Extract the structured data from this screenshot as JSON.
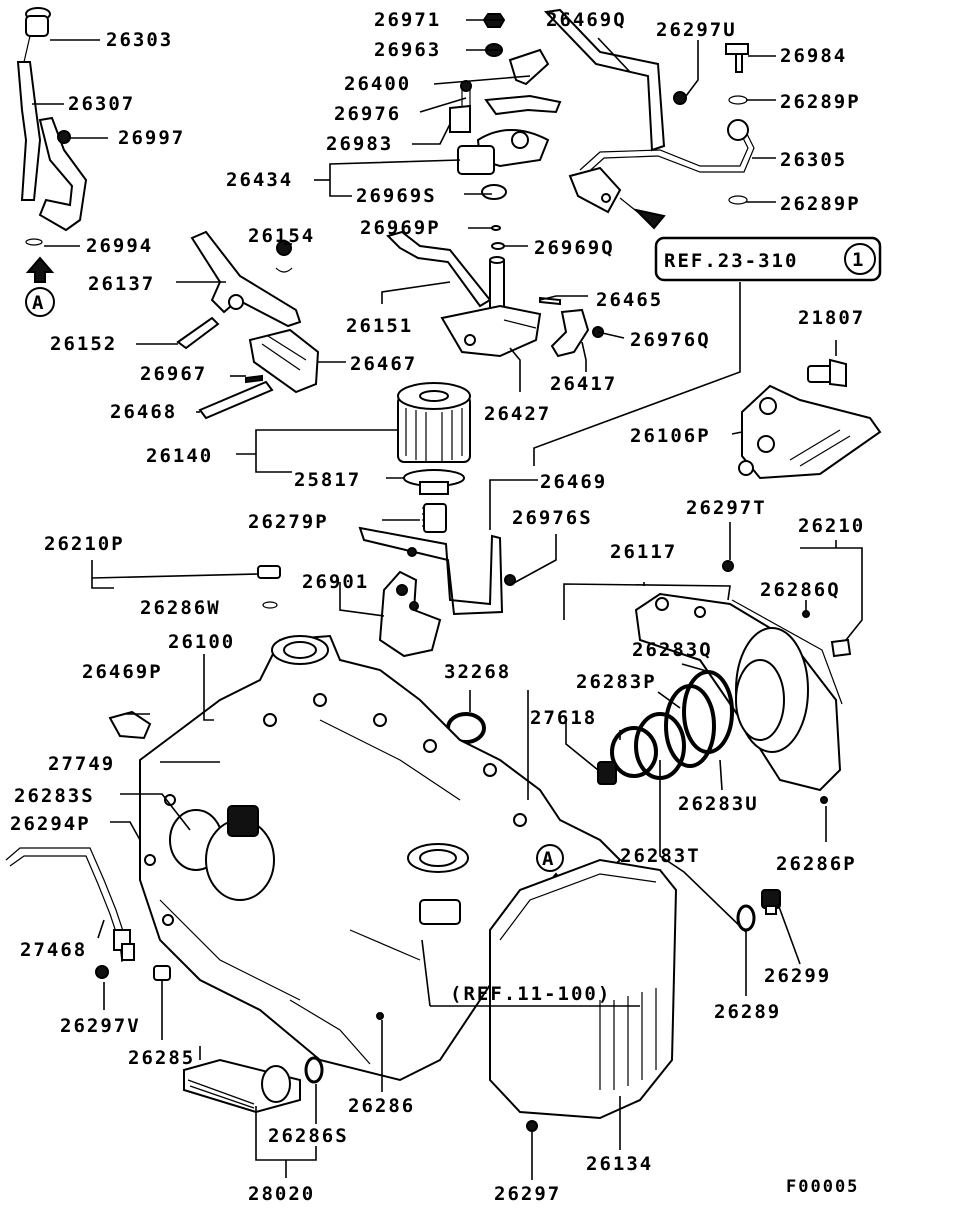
{
  "figure_code": "F00005",
  "references": {
    "ref_a": "REF.23-310",
    "ref_a_circle": "1",
    "ref_b": "(REF.11-100)",
    "marker_a": "A"
  },
  "labels": {
    "p26303": "26303",
    "p26307": "26307",
    "p26997": "26997",
    "p26994": "26994",
    "p26971": "26971",
    "p26963": "26963",
    "p26400": "26400",
    "p26976": "26976",
    "p26983": "26983",
    "p26434": "26434",
    "p26969S": "26969S",
    "p26969P": "26969P",
    "p26969Q": "26969Q",
    "p26469Q": "26469Q",
    "p26297U": "26297U",
    "p26984": "26984",
    "p26289P_a": "26289P",
    "p26305": "26305",
    "p26289P_b": "26289P",
    "p26154": "26154",
    "p26137": "26137",
    "p26152": "26152",
    "p26467": "26467",
    "p26967": "26967",
    "p26468": "26468",
    "p26151": "26151",
    "p26465": "26465",
    "p26976Q": "26976Q",
    "p26417": "26417",
    "p26427": "26427",
    "p21807": "21807",
    "p26106P": "26106P",
    "p26140": "26140",
    "p25817": "25817",
    "p26469": "26469",
    "p26279P": "26279P",
    "p26976S": "26976S",
    "p26297T": "26297T",
    "p26210": "26210",
    "p26210P": "26210P",
    "p26286W": "26286W",
    "p26901": "26901",
    "p26117": "26117",
    "p26286Q": "26286Q",
    "p26100": "26100",
    "p26283Q": "26283Q",
    "p26469P": "26469P",
    "p32268": "32268",
    "p26283P": "26283P",
    "p27618": "27618",
    "p27749": "27749",
    "p26283S": "26283S",
    "p26283U": "26283U",
    "p26294P": "26294P",
    "p26286P": "26286P",
    "p26283T": "26283T",
    "p27468": "27468",
    "p26299": "26299",
    "p26297V": "26297V",
    "p26289": "26289",
    "p26285": "26285",
    "p26286": "26286",
    "p26286S": "26286S",
    "p26134": "26134",
    "p28020": "28020",
    "p26297": "26297"
  }
}
